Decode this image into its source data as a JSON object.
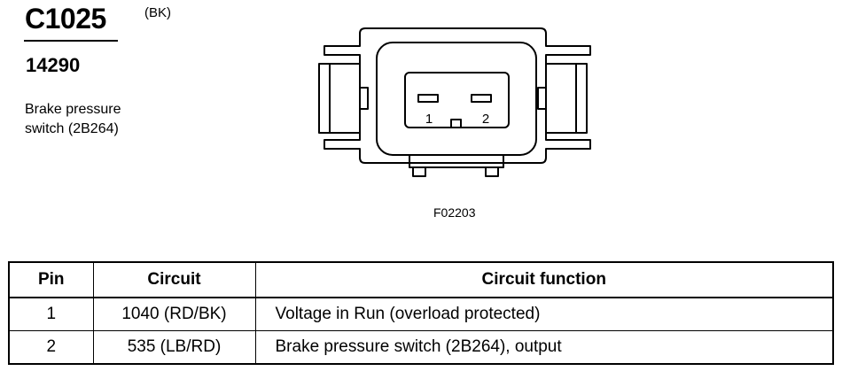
{
  "header": {
    "connector_id": "C1025",
    "color_code": "(BK)",
    "part_number": "14290",
    "description_line1": "Brake pressure",
    "description_line2": "switch (2B264)"
  },
  "diagram": {
    "pin_labels": [
      "1",
      "2"
    ],
    "figure_id": "F02203"
  },
  "table": {
    "headers": {
      "pin": "Pin",
      "circuit": "Circuit",
      "function": "Circuit function"
    },
    "rows": [
      {
        "pin": "1",
        "circuit": "1040 (RD/BK)",
        "function": "Voltage in Run (overload protected)"
      },
      {
        "pin": "2",
        "circuit": "535 (LB/RD)",
        "function": "Brake pressure switch (2B264), output"
      }
    ]
  }
}
